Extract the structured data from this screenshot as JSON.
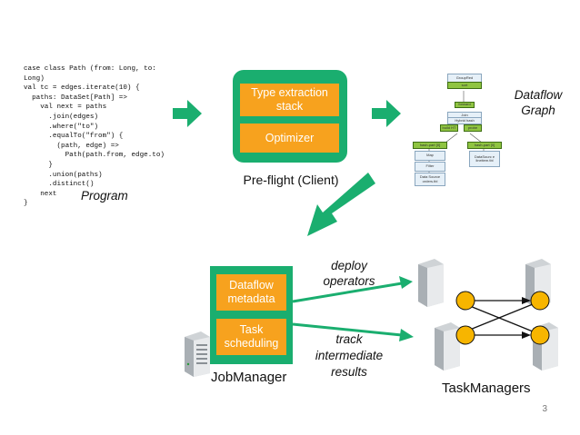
{
  "code_lines": [
    "case class Path (from: Long, to:",
    "Long)",
    "val tc = edges.iterate(10) {",
    "  paths: DataSet[Path] =>",
    "    val next = paths",
    "      .join(edges)",
    "      .where(\"to\")",
    "      .equalTo(\"from\") {",
    "        (path, edge) =>",
    "          Path(path.from, edge.to)",
    "      }",
    "      .union(paths)",
    "      .distinct()",
    "    next",
    "}"
  ],
  "program_label": "Program",
  "client": {
    "type_extraction": "Type extraction stack",
    "optimizer": "Optimizer",
    "caption": "Pre-flight (Client)"
  },
  "dataflow_graph_label": "Dataflow Graph",
  "mini_graph": {
    "group_reduce": "GroupRed",
    "sort": "sort",
    "forward": "forward",
    "join": "Join",
    "hybrid_hash": "Hybrid hash",
    "build_ht": "build HT",
    "probe": "probe",
    "hash_part_left": "hash-part [0]",
    "hash_part_right": "hash-part [0]",
    "map": "Map",
    "filter": "Filter",
    "data_source": "Data Source",
    "data_source_sub": "orders.tbl",
    "data_source_right": "DataSourc e",
    "data_source_right_sub": "lineitem.tbl"
  },
  "jobmanager": {
    "dataflow_metadata": "Dataflow metadata",
    "task_scheduling": "Task scheduling",
    "caption": "JobManager"
  },
  "deploy_label": "deploy operators",
  "track_label": "track intermediate results",
  "taskmanagers_label": "TaskManagers",
  "page_number": "3",
  "colors": {
    "green": "#1aae6f",
    "orange": "#f7a21e",
    "operator_yellow": "#f7b500"
  }
}
